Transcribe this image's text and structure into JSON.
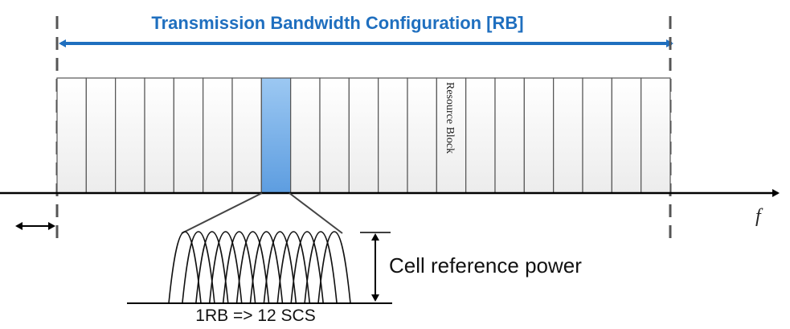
{
  "title": "Transmission Bandwidth Configuration [RB]",
  "labels": {
    "resource_block": "Resource Block",
    "axis_f": "f",
    "cell_reference_power": "Cell reference power",
    "rb_equation": "1RB => 12 SCS"
  },
  "colors": {
    "title": "#1f6fbf",
    "arrow": "#1f6fbf",
    "highlight_block": "#7fb4ea",
    "grid_line": "#555555"
  },
  "counts": {
    "resource_blocks": 21,
    "highlighted_block_index": 7,
    "subcarriers": 12
  }
}
